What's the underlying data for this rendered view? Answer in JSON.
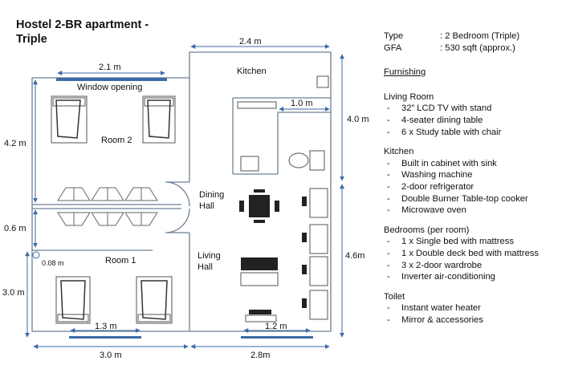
{
  "title": "Hostel 2-BR apartment - Triple",
  "specs": [
    {
      "key": "Type",
      "value": ": 2 Bedroom (Triple)"
    },
    {
      "key": "GFA",
      "value": ": 530 sqft (approx.)"
    }
  ],
  "furnishing_heading": "Furnishing",
  "sections": [
    {
      "heading": "Living Room",
      "items": [
        "32” LCD TV with stand",
        "4-seater dining table",
        "6 x Study table with chair"
      ]
    },
    {
      "heading": "Kitchen",
      "items": [
        "Built in cabinet with sink",
        "Washing machine",
        "2-door refrigerator",
        "Double Burner Table-top cooker",
        "Microwave oven"
      ]
    },
    {
      "heading": "Bedrooms (per room)",
      "items": [
        "1 x Single bed with mattress",
        "1 x Double deck bed with mattress",
        "3 x 2-door wardrobe",
        "Inverter air-conditioning"
      ]
    },
    {
      "heading": "Toilet",
      "items": [
        "Instant water heater",
        "Mirror & accessories"
      ]
    }
  ],
  "plan": {
    "labels": {
      "kitchen": "Kitchen",
      "room2": "Room 2",
      "room1": "Room 1",
      "window": "Window opening",
      "dining": "Dining",
      "dining2": "Hall",
      "living": "Living",
      "living2": "Hall"
    },
    "dims": {
      "d24": "2.4 m",
      "d21": "2.1 m",
      "d10": "1.0 m",
      "d42": "4.2 m",
      "d40": "4.0 m",
      "d06": "0.6 m",
      "d008": "0.08 m",
      "d30v": "3.0 m",
      "d46": "4.6m",
      "d13": "1.3 m",
      "d12": "1.2 m",
      "d30h": "3.0 m",
      "d28": "2.8m"
    }
  }
}
